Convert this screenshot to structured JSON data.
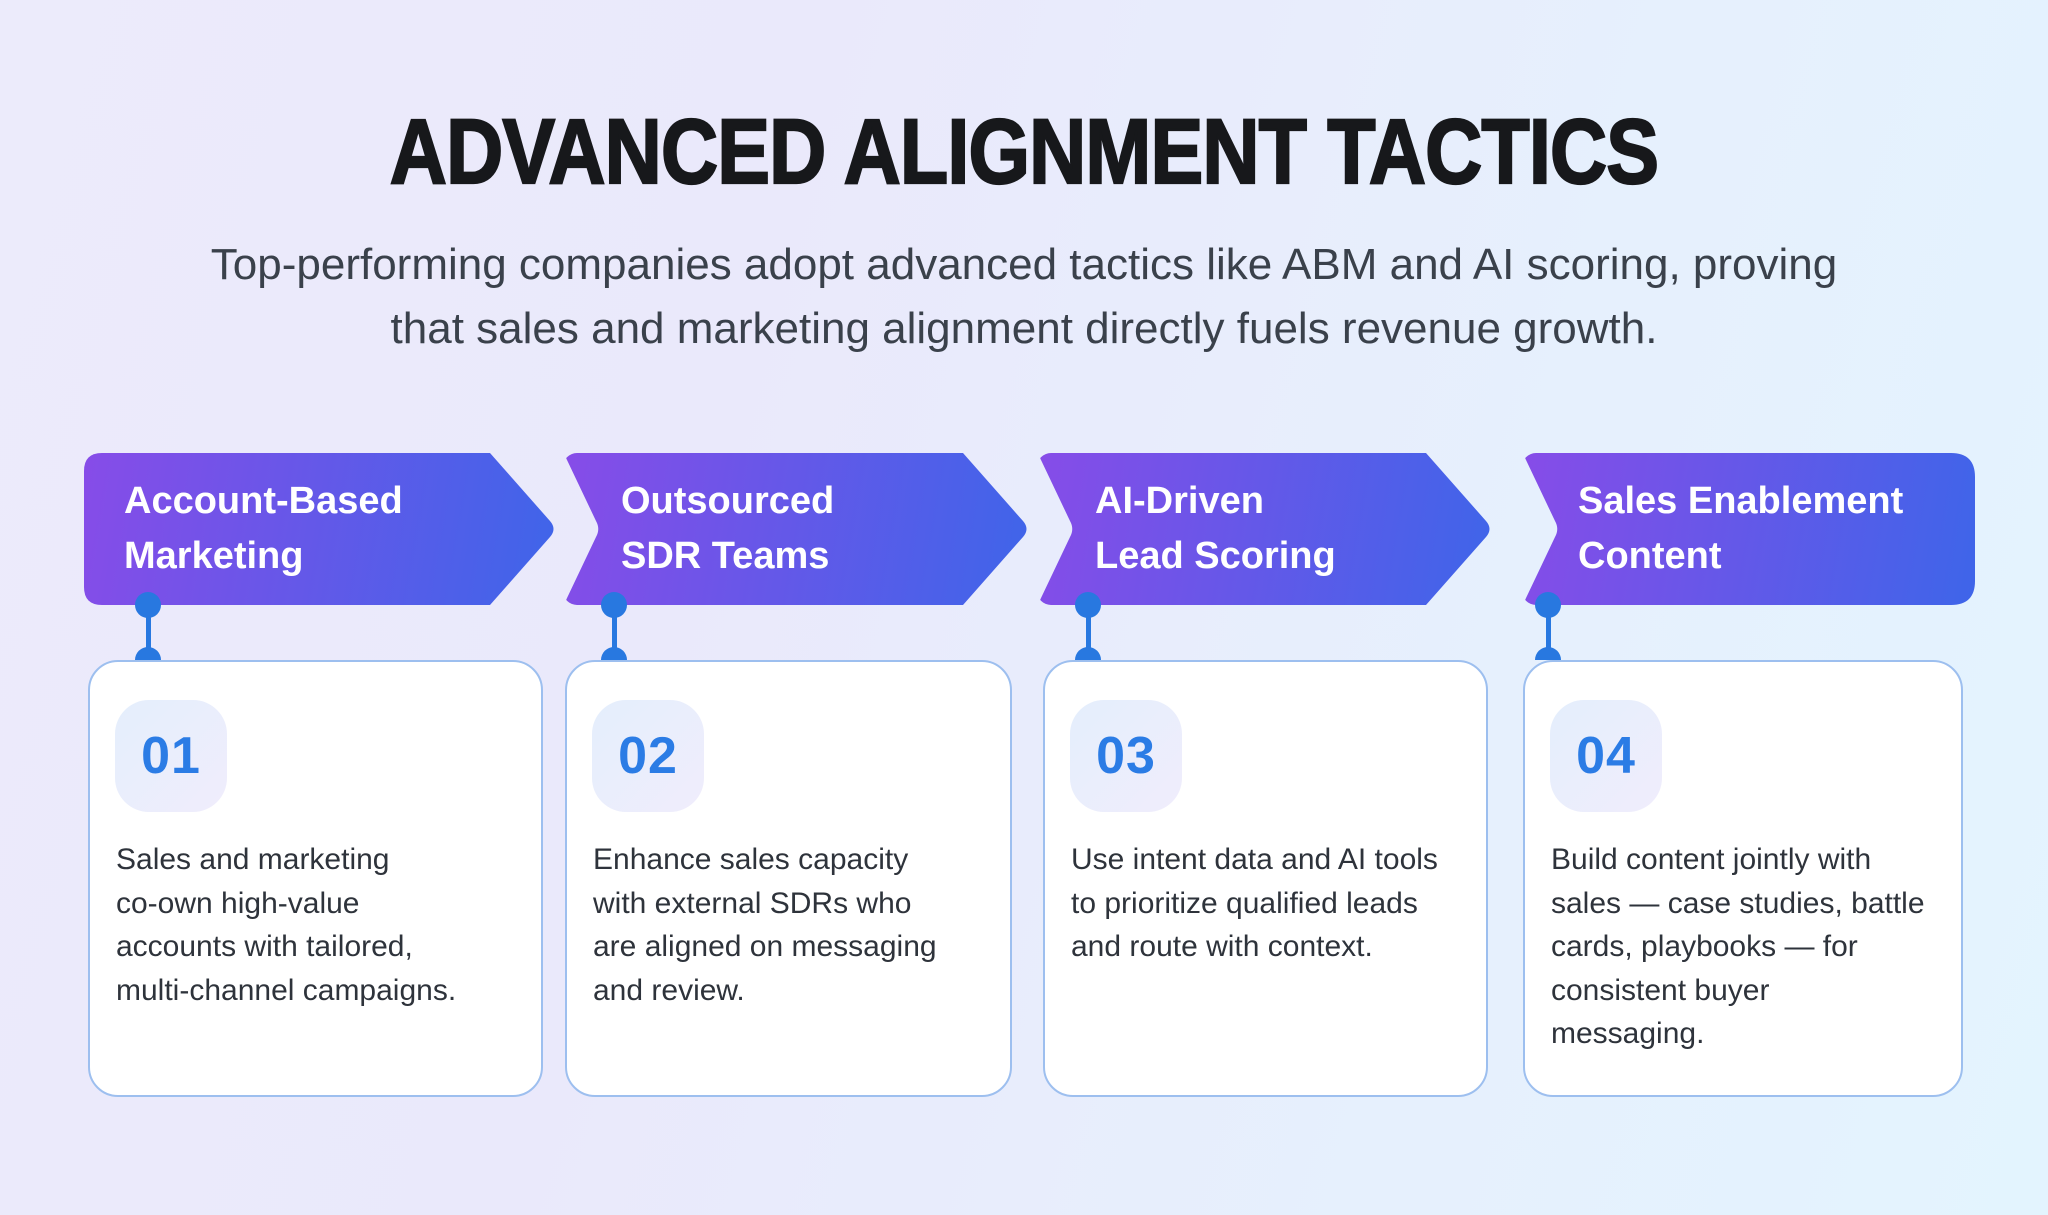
{
  "header": {
    "title": "ADVANCED ALIGNMENT TACTICS",
    "subtitle_lines": [
      "Top-performing companies adopt advanced tactics like ABM and AI scoring, proving",
      "that sales and marketing alignment directly fuels revenue growth."
    ]
  },
  "steps": [
    {
      "number": "01",
      "title_lines": [
        "Account-Based",
        "Marketing"
      ],
      "desc_lines": [
        "Sales and marketing",
        "co-own high-value",
        "accounts with tailored,",
        "multi-channel campaigns."
      ]
    },
    {
      "number": "02",
      "title_lines": [
        "Outsourced",
        "SDR Teams"
      ],
      "desc_lines": [
        "Enhance sales capacity",
        "with external SDRs who",
        "are aligned on messaging",
        "and review."
      ]
    },
    {
      "number": "03",
      "title_lines": [
        "AI-Driven",
        "Lead Scoring"
      ],
      "desc_lines": [
        "Use intent data and AI tools",
        "to prioritize qualified leads",
        "and route with context."
      ]
    },
    {
      "number": "04",
      "title_lines": [
        "Sales Enablement",
        "Content"
      ],
      "desc_lines": [
        "Build content jointly with",
        "sales — case studies, battle",
        "cards, playbooks — for",
        "consistent buyer",
        "messaging."
      ]
    }
  ],
  "colors": {
    "banner_gradient_start": "#874CE8",
    "banner_gradient_end": "#3E65E9",
    "connector_blue": "#2878E0",
    "number_blue": "#2B7CE5",
    "card_border": "#9DBFEF",
    "title_text": "#17181B",
    "body_text": "#2E333B"
  }
}
